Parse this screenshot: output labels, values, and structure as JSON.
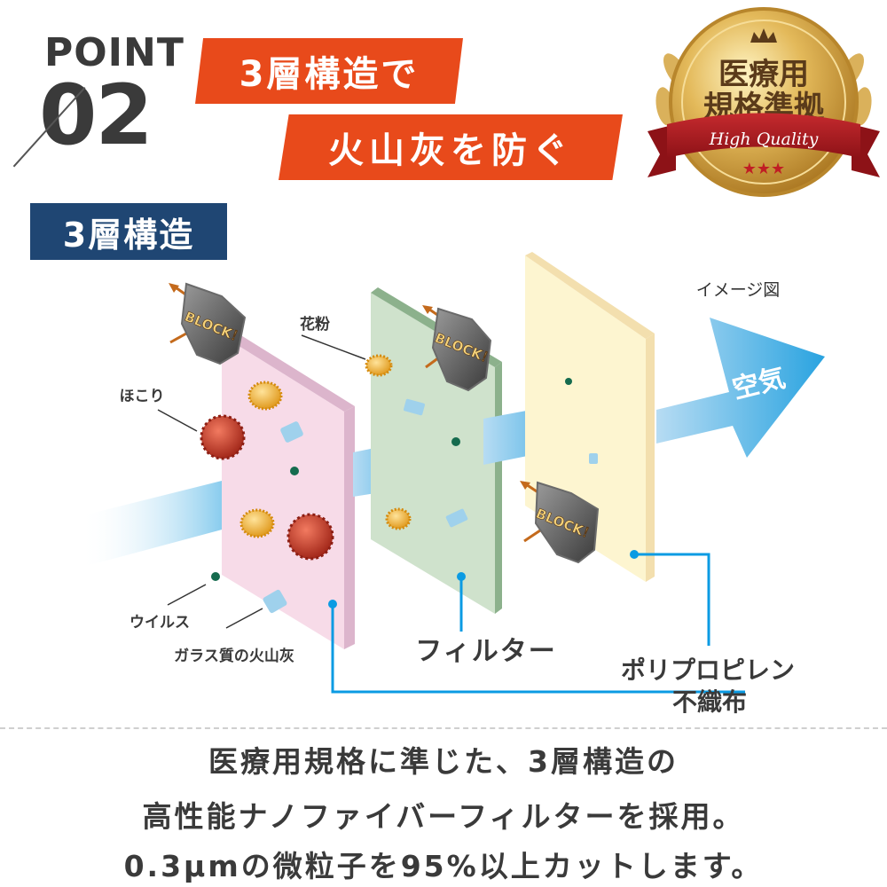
{
  "header": {
    "point_label": "POINT",
    "point_number": "02",
    "headline_line1": "3層構造で",
    "headline_line2": "火山灰を防ぐ",
    "headline_color": "#e84a1b"
  },
  "medal": {
    "line1": "医療用",
    "line2": "規格準拠",
    "ribbon_text": "High Quality",
    "stars": "★★★"
  },
  "section": {
    "badge_label": "3層構造",
    "badge_color": "#1f4673"
  },
  "diagram": {
    "caption": "イメージ図",
    "air_label": "空気",
    "block_label": "BLOCK！",
    "particle_labels": {
      "pollen": "花粉",
      "dust": "ほこり",
      "virus": "ウイルス",
      "volcanic_ash": "ガラス質の火山灰"
    },
    "layers": [
      {
        "name": "pink-layer",
        "color": "#f7dbe8"
      },
      {
        "name": "green-layer",
        "color": "#cfe2cc"
      },
      {
        "name": "yellow-layer",
        "color": "#fdf5d0"
      }
    ],
    "filter_label": "フィルター",
    "nonwoven_label_line1": "ポリプロピレン",
    "nonwoven_label_line2": "不織布"
  },
  "description": {
    "line1": "医療用規格に準じた、3層構造の",
    "line2": "高性能ナノファイバーフィルターを採用。",
    "line3": "0.3µmの微粒子を95%以上カットします。"
  }
}
